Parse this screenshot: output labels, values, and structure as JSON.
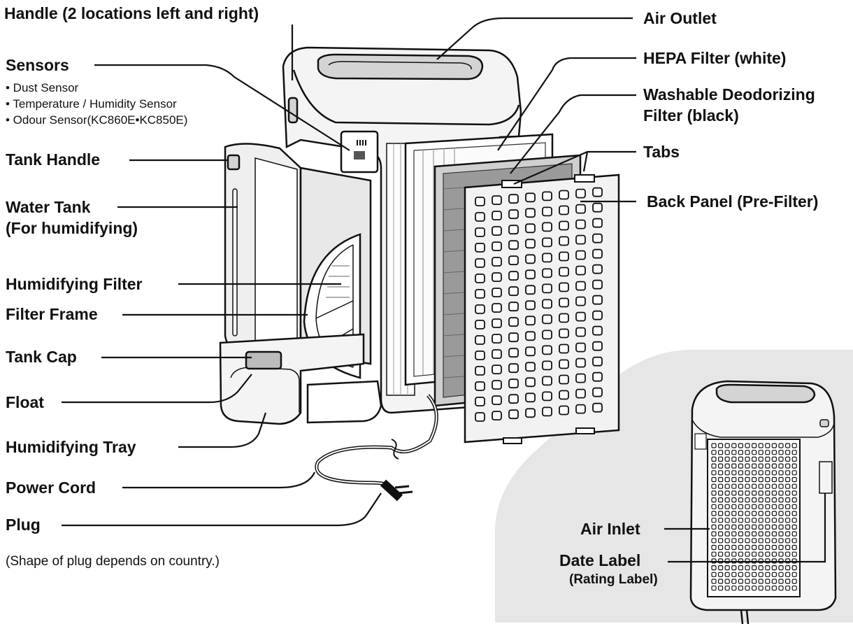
{
  "labels": {
    "handle": "Handle (2 locations left and right)",
    "sensors": "Sensors",
    "sensor_items": [
      "• Dust Sensor",
      "• Temperature / Humidity Sensor",
      "• Odour Sensor(KC860E•KC850E)"
    ],
    "tank_handle": "Tank Handle",
    "water_tank": [
      "Water Tank",
      "(For humidifying)"
    ],
    "humidifying_filter": "Humidifying Filter",
    "filter_frame": "Filter Frame",
    "tank_cap": "Tank Cap",
    "float": "Float",
    "humidifying_tray": "Humidifying Tray",
    "power_cord": "Power Cord",
    "plug": "Plug",
    "plug_note": "(Shape of plug depends on country.)",
    "air_outlet": "Air Outlet",
    "hepa_filter": "HEPA Filter (white)",
    "deodorizing_filter": [
      "Washable Deodorizing",
      "Filter (black)"
    ],
    "tabs": "Tabs",
    "back_panel": "Back Panel (Pre-Filter)",
    "air_inlet": "Air Inlet",
    "date_label": [
      "Date Label",
      "(Rating Label)"
    ]
  },
  "colors": {
    "ink": "#111111",
    "inset_bg": "#e6e6e6",
    "body_fill": "#f4f4f4",
    "shade": "#d4d4d4"
  }
}
